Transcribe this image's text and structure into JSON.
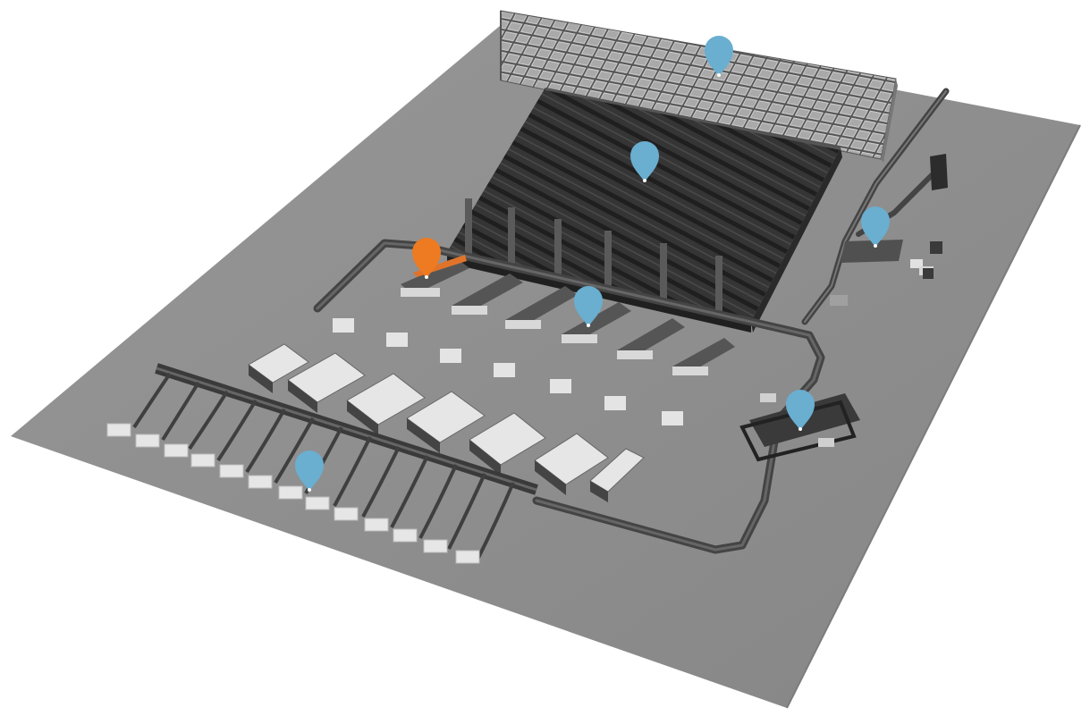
{
  "colors": {
    "background": "#ffffff",
    "floor": "#8e8e8e",
    "floor_edge": "#7a7a7a",
    "rack_dark": "#3a3a3a",
    "rack_darker": "#262626",
    "rack_light": "#b8b8b8",
    "conveyor": "#4a4a4a",
    "pallet": "#e6e6e6",
    "pallet_shade": "#c4c4c4",
    "pin_default": "#6aaed0",
    "pin_active": "#ee7a22",
    "pin_dot": "#ffffff"
  },
  "markers": [
    {
      "id": "pallet-rack-storage",
      "state": "default",
      "icon": "location-pin-icon"
    },
    {
      "id": "automated-storage",
      "state": "default",
      "icon": "location-pin-icon"
    },
    {
      "id": "truck-loading-dock",
      "state": "default",
      "icon": "location-pin-icon"
    },
    {
      "id": "picking-station-1",
      "state": "active",
      "icon": "location-pin-icon"
    },
    {
      "id": "picking-station-4",
      "state": "default",
      "icon": "location-pin-icon"
    },
    {
      "id": "conveyor-sorter",
      "state": "default",
      "icon": "location-pin-icon"
    },
    {
      "id": "shipping-chutes",
      "state": "default",
      "icon": "location-pin-icon"
    }
  ]
}
